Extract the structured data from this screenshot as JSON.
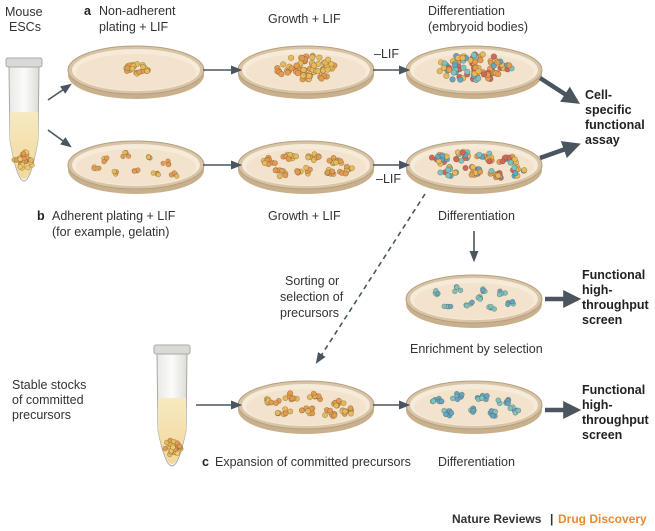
{
  "colors": {
    "dish_rim": "#d8c4a6",
    "dish_fill": "#f6ead8",
    "dish_inner": "#f0dcc0",
    "cell_yellow": "#e6b95a",
    "cell_orange": "#e59a50",
    "cell_red": "#d3655a",
    "cell_teal": "#7cc1c4",
    "cell_blue": "#5fa6c8",
    "arrow": "#4a5560",
    "brand_orange": "#e98a2e"
  },
  "labels": {
    "mouse_escs_1": "Mouse",
    "mouse_escs_2": "ESCs",
    "a_letter": "a",
    "a_line1": "Non-adherent",
    "a_line2": "plating + LIF",
    "growth_lif_a": "Growth + LIF",
    "diff_eb_1": "Differentiation",
    "diff_eb_2": "(embryoid bodies)",
    "minus_lif_a": "–LIF",
    "minus_lif_b": "–LIF",
    "cell_specific_1": "Cell-",
    "cell_specific_2": "specific",
    "cell_specific_3": "functional",
    "cell_specific_4": "assay",
    "b_letter": "b",
    "b_line1": "Adherent plating + LIF",
    "b_line2": "(for example, gelatin)",
    "growth_lif_b": "Growth + LIF",
    "differentiation_b": "Differentiation",
    "sorting_1": "Sorting or",
    "sorting_2": "selection of",
    "sorting_3": "precursors",
    "enrichment": "Enrichment by selection",
    "func_screen_1_1": "Functional",
    "func_screen_1_2": "high-",
    "func_screen_1_3": "throughput",
    "func_screen_1_4": "screen",
    "stable_1": "Stable stocks",
    "stable_2": "of committed",
    "stable_3": "precursors",
    "c_letter": "c",
    "c_line": "Expansion of committed precursors",
    "differentiation_c": "Differentiation",
    "func_screen_2_1": "Functional",
    "func_screen_2_2": "high-",
    "func_screen_2_3": "throughput",
    "func_screen_2_4": "screen",
    "journal_name": "Nature Reviews",
    "journal_sep": "|",
    "journal_section": "Drug Discovery"
  }
}
